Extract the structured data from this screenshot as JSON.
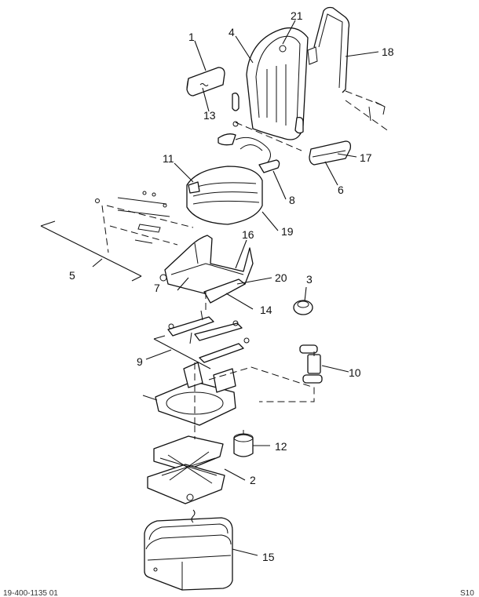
{
  "callouts": {
    "c1": "1",
    "c2": "2",
    "c3": "3",
    "c4": "4",
    "c5": "5",
    "c6": "6",
    "c7": "7",
    "c8": "8",
    "c9": "9",
    "c10": "10",
    "c11": "11",
    "c12": "12",
    "c13": "13",
    "c14": "14",
    "c15": "15",
    "c16": "16",
    "c17": "17",
    "c18": "18",
    "c19": "19",
    "c20": "20",
    "c21": "21"
  },
  "footer": {
    "left": "19-400-1135 01",
    "right": "S10"
  }
}
